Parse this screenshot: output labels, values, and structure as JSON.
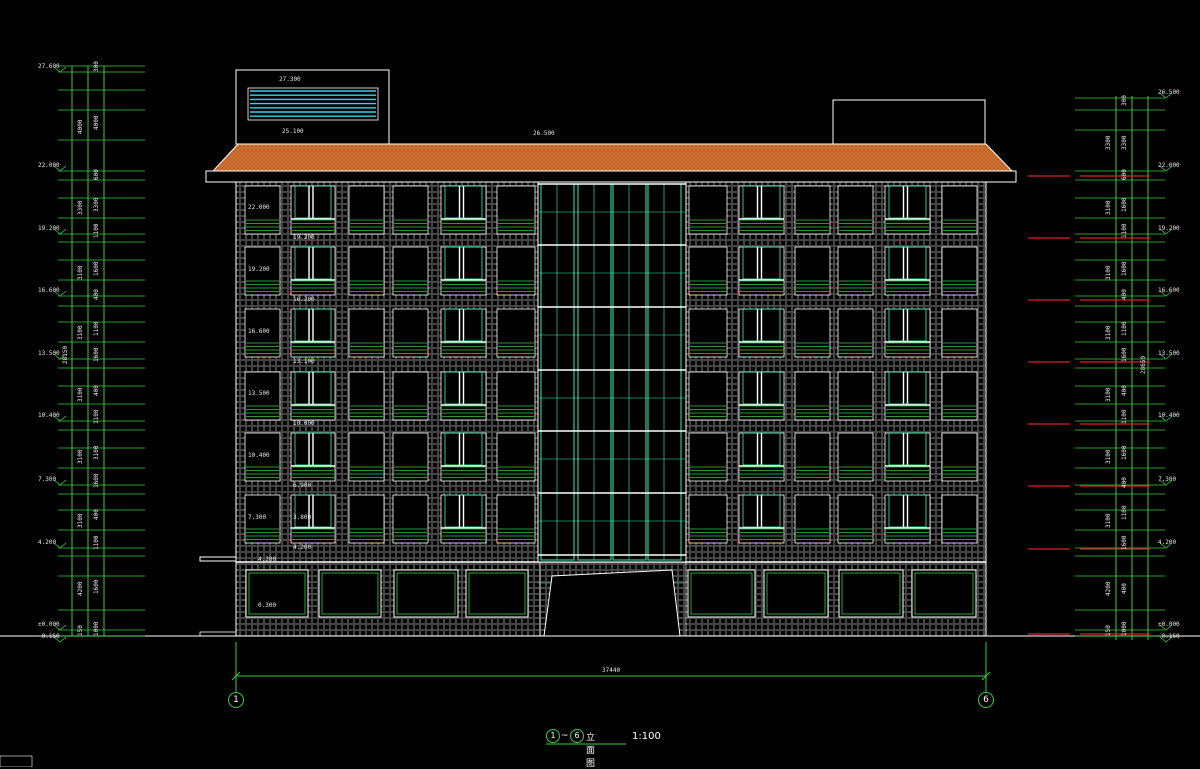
{
  "left_levels": [
    {
      "label": "27.600"
    },
    {
      "label": "22.000"
    },
    {
      "label": "19.200"
    },
    {
      "label": "16.600"
    },
    {
      "label": "13.500"
    },
    {
      "label": "10.400"
    },
    {
      "label": "7.300"
    },
    {
      "label": "4.200"
    },
    {
      "label": "±0.000"
    },
    {
      "label": "-0.150"
    }
  ],
  "right_levels": [
    {
      "label": "26.500"
    },
    {
      "label": "22.000"
    },
    {
      "label": "19.200"
    },
    {
      "label": "16.600"
    },
    {
      "label": "13.500"
    },
    {
      "label": "10.400"
    },
    {
      "label": "7.300"
    },
    {
      "label": "4.200"
    },
    {
      "label": "±0.000"
    },
    {
      "label": "-0.150"
    }
  ],
  "left_dims_inner": [
    "300",
    "4000",
    "600",
    "3300",
    "1100",
    "1600",
    "400",
    "1100",
    "1600",
    "400",
    "1100",
    "3100",
    "1600",
    "400",
    "1100",
    "1600",
    "1000",
    "4200",
    "150"
  ],
  "left_dims_outer": [
    "4000",
    "3300",
    "3100",
    "3100",
    "3100",
    "3100",
    "3100",
    "4200",
    "150"
  ],
  "right_dims_inner": [
    "300",
    "3300",
    "600",
    "1600",
    "1100",
    "1600",
    "400",
    "1100",
    "1600",
    "400",
    "1100",
    "1600",
    "400",
    "1100",
    "1600",
    "400",
    "1000",
    "4200",
    "150"
  ],
  "right_dims_outer": [
    "3300",
    "3100",
    "3100",
    "3100",
    "3100",
    "3100",
    "3100",
    "4200",
    "150"
  ],
  "overall_height_left": "28150",
  "overall_height_right": "28650",
  "roof_labels": {
    "machine_room_top": "27.300",
    "machine_room_base": "25.100",
    "ridge": "26.500"
  },
  "floor_labels": [
    "22.000",
    "19.200",
    "16.600",
    "13.500",
    "10.400",
    "7.300",
    "4.200",
    "0.300"
  ],
  "floor_labels_b": [
    "19.200",
    "16.200",
    "13.100",
    "10.000",
    "6.900",
    "3.800",
    "4.200"
  ],
  "overall_width": "37440",
  "axis_start": "1",
  "axis_end": "6",
  "drawing_title": {
    "from": "1",
    "sep": "~",
    "to": "6",
    "name": "立面图",
    "scale": "1:100"
  },
  "colors": {
    "background": "#000000",
    "line": "#ffffff",
    "dimension": "#2fd13a",
    "window": "#3bf0b0",
    "roof": "#c8642a",
    "wall_grid": "#777777",
    "red_marker": "#d8202a"
  }
}
